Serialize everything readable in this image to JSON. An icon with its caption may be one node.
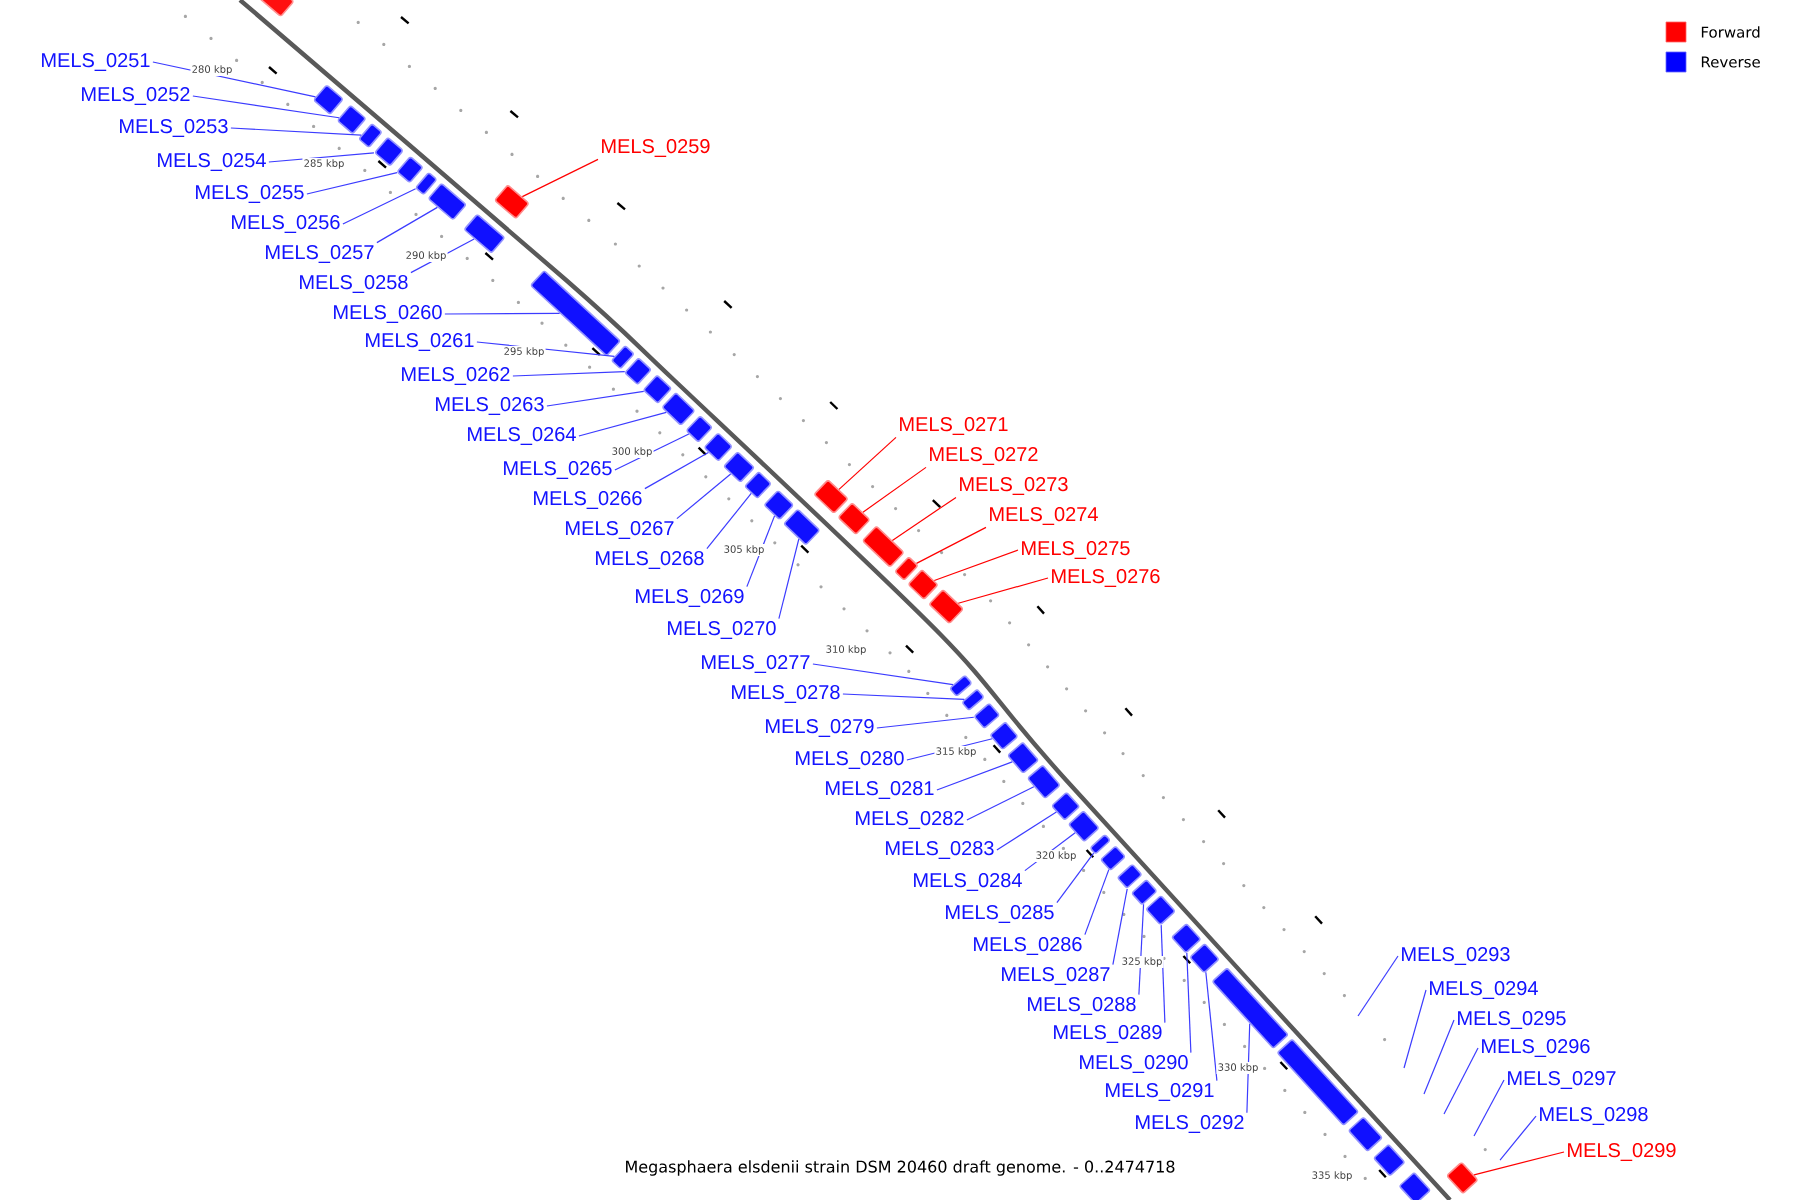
{
  "diagram": {
    "caption": "Megasphaera elsdenii strain DSM 20460 draft genome. - 0..2474718",
    "nodes": [
      {
        "text": [
          "MELS_0251"
        ]
      },
      {
        "text": [
          "MELS_0252"
        ]
      },
      {
        "text": [
          "MELS_0253"
        ]
      },
      {
        "text": [
          "MELS_0254"
        ]
      },
      {
        "text": [
          "MELS_0255"
        ]
      },
      {
        "text": [
          "MELS_0256"
        ]
      },
      {
        "text": [
          "MELS_0257"
        ]
      },
      {
        "text": [
          "MELS_0258"
        ]
      },
      {
        "text": [
          "MELS_0259"
        ]
      },
      {
        "text": [
          "MELS_0260"
        ]
      },
      {
        "text": [
          "MELS_0261"
        ]
      },
      {
        "text": [
          "MELS_0262"
        ]
      },
      {
        "text": [
          "MELS_0263"
        ]
      },
      {
        "text": [
          "MELS_0264"
        ]
      },
      {
        "text": [
          "MELS_0265"
        ]
      },
      {
        "text": [
          "MELS_0266"
        ]
      },
      {
        "text": [
          "MELS_0267"
        ]
      },
      {
        "text": [
          "MELS_0268"
        ]
      },
      {
        "text": [
          "MELS_0269"
        ]
      },
      {
        "text": [
          "MELS_0270"
        ]
      },
      {
        "text": [
          "MELS_0271"
        ]
      },
      {
        "text": [
          "MELS_0272"
        ]
      },
      {
        "text": [
          "MELS_0273"
        ]
      },
      {
        "text": [
          "MELS_0274"
        ]
      },
      {
        "text": [
          "MELS_0275"
        ]
      },
      {
        "text": [
          "MELS_0276"
        ]
      },
      {
        "text": [
          "MELS_0277"
        ]
      },
      {
        "text": [
          "MELS_0278"
        ]
      },
      {
        "text": [
          "MELS_0279"
        ]
      },
      {
        "text": [
          "MELS_0280"
        ]
      },
      {
        "text": [
          "MELS_0281"
        ]
      },
      {
        "text": [
          "MELS_0282"
        ]
      },
      {
        "text": [
          "MELS_0283"
        ]
      },
      {
        "text": [
          "MELS_0284"
        ]
      },
      {
        "text": [
          "MELS_0285"
        ]
      },
      {
        "text": [
          "MELS_0286"
        ]
      },
      {
        "text": [
          "MELS_0287"
        ]
      },
      {
        "text": [
          "MELS_0288"
        ]
      },
      {
        "text": [
          "MELS_0289"
        ]
      },
      {
        "text": [
          "MELS_0290"
        ]
      },
      {
        "text": [
          "MELS_0291"
        ]
      },
      {
        "text": [
          "MELS_0292"
        ]
      },
      {
        "text": [
          "MELS_0293"
        ]
      },
      {
        "text": [
          "MELS_0294"
        ]
      },
      {
        "text": [
          "MELS_0295"
        ]
      },
      {
        "text": [
          "MELS_0296"
        ]
      },
      {
        "text": [
          "MELS_0297"
        ]
      },
      {
        "text": [
          "MELS_0298"
        ]
      },
      {
        "text": [
          "MELS_0299"
        ]
      },
      {
        "text": [],
        "shape": "box"
      },
      {
        "text": [],
        "shape": "box"
      },
      {
        "text": [],
        "shape": "box"
      },
      {
        "text": [],
        "shape": "box"
      },
      {
        "text": [],
        "shape": "box"
      },
      {
        "text": [],
        "shape": "box"
      },
      {
        "text": [],
        "shape": "box"
      },
      {
        "text": [],
        "shape": "box"
      },
      {
        "text": [],
        "shape": "box"
      },
      {
        "text": [],
        "shape": "box"
      },
      {
        "text": [],
        "shape": "box"
      },
      {
        "text": [],
        "shape": "box"
      },
      {
        "text": [],
        "shape": "box"
      },
      {
        "text": [],
        "shape": "box"
      },
      {
        "text": [],
        "shape": "box"
      },
      {
        "text": [],
        "shape": "box"
      },
      {
        "text": [],
        "shape": "box"
      },
      {
        "text": [],
        "shape": "box"
      },
      {
        "text": [],
        "shape": "box"
      },
      {
        "text": [],
        "shape": "box"
      },
      {
        "text": [],
        "shape": "box"
      },
      {
        "text": [],
        "shape": "box"
      },
      {
        "text": [],
        "shape": "box"
      },
      {
        "text": [],
        "shape": "box"
      },
      {
        "text": [],
        "shape": "box"
      },
      {
        "text": [],
        "shape": "box"
      },
      {
        "text": [],
        "shape": "box"
      },
      {
        "text": [],
        "shape": "box"
      },
      {
        "text": [],
        "shape": "box"
      },
      {
        "text": [],
        "shape": "box"
      },
      {
        "text": [],
        "shape": "box"
      },
      {
        "text": [],
        "shape": "box"
      },
      {
        "text": [],
        "shape": "box"
      },
      {
        "text": [],
        "shape": "box"
      },
      {
        "text": [],
        "shape": "box"
      },
      {
        "text": [],
        "shape": "box"
      },
      {
        "text": [],
        "shape": "box"
      },
      {
        "text": [],
        "shape": "box"
      },
      {
        "text": [],
        "shape": "box"
      },
      {
        "text": [],
        "shape": "box"
      },
      {
        "text": [],
        "shape": "box"
      },
      {
        "text": [],
        "shape": "box"
      },
      {
        "text": [],
        "shape": "box"
      },
      {
        "text": [],
        "shape": "box"
      },
      {
        "text": [],
        "shape": "box"
      },
      {
        "text": [],
        "shape": "box"
      },
      {
        "text": [],
        "shape": "box"
      },
      {
        "text": [],
        "shape": "box"
      }
    ],
    "edges": [
      {
        "from": 0,
        "to": 49,
        "arrow": "none"
      },
      {
        "from": 1,
        "to": 50,
        "arrow": "none"
      },
      {
        "from": 2,
        "to": 51,
        "arrow": "none"
      },
      {
        "from": 3,
        "to": 52,
        "arrow": "none"
      },
      {
        "from": 4,
        "to": 53,
        "arrow": "none"
      },
      {
        "from": 5,
        "to": 54,
        "arrow": "none"
      },
      {
        "from": 6,
        "to": 55,
        "arrow": "none"
      },
      {
        "from": 7,
        "to": 56,
        "arrow": "none"
      },
      {
        "from": 8,
        "to": 57,
        "arrow": "none",
        "color": "#ff0000"
      },
      {
        "from": 9,
        "to": 58,
        "arrow": "none"
      },
      {
        "from": 10,
        "to": 59,
        "arrow": "none"
      },
      {
        "from": 11,
        "to": 60,
        "arrow": "none"
      },
      {
        "from": 12,
        "to": 61,
        "arrow": "none"
      },
      {
        "from": 13,
        "to": 62,
        "arrow": "none"
      },
      {
        "from": 14,
        "to": 63,
        "arrow": "none"
      },
      {
        "from": 15,
        "to": 64,
        "arrow": "none"
      },
      {
        "from": 16,
        "to": 65,
        "arrow": "none"
      },
      {
        "from": 17,
        "to": 66,
        "arrow": "none"
      },
      {
        "from": 18,
        "to": 67,
        "arrow": "none"
      },
      {
        "from": 19,
        "to": 68,
        "arrow": "none"
      },
      {
        "from": 20,
        "to": 69,
        "arrow": "none",
        "color": "#ff0000"
      },
      {
        "from": 21,
        "to": 70,
        "arrow": "none",
        "color": "#ff0000"
      },
      {
        "from": 22,
        "to": 71,
        "arrow": "none",
        "color": "#ff0000"
      },
      {
        "from": 23,
        "to": 72,
        "arrow": "none",
        "color": "#ff0000"
      },
      {
        "from": 24,
        "to": 73,
        "arrow": "none",
        "color": "#ff0000"
      },
      {
        "from": 25,
        "to": 74,
        "arrow": "none",
        "color": "#ff0000"
      },
      {
        "from": 26,
        "to": 75,
        "arrow": "none"
      },
      {
        "from": 27,
        "to": 76,
        "arrow": "none"
      },
      {
        "from": 28,
        "to": 77,
        "arrow": "none"
      },
      {
        "from": 29,
        "to": 78,
        "arrow": "none"
      },
      {
        "from": 30,
        "to": 79,
        "arrow": "none"
      },
      {
        "from": 31,
        "to": 80,
        "arrow": "none"
      },
      {
        "from": 32,
        "to": 81,
        "arrow": "none"
      },
      {
        "from": 33,
        "to": 82,
        "arrow": "none"
      },
      {
        "from": 34,
        "to": 83,
        "arrow": "none"
      },
      {
        "from": 35,
        "to": 84,
        "arrow": "none"
      },
      {
        "from": 36,
        "to": 85,
        "arrow": "none"
      },
      {
        "from": 37,
        "to": 86,
        "arrow": "none"
      },
      {
        "from": 38,
        "to": 87,
        "arrow": "none"
      },
      {
        "from": 39,
        "to": 88,
        "arrow": "none"
      },
      {
        "from": 40,
        "to": 89,
        "arrow": "none"
      },
      {
        "from": 41,
        "to": 90,
        "arrow": "none"
      },
      {
        "from": 42,
        "to": null,
        "arrow": "none"
      },
      {
        "from": 43,
        "to": null,
        "arrow": "none"
      },
      {
        "from": 44,
        "to": null,
        "arrow": "none"
      },
      {
        "from": 45,
        "to": null,
        "arrow": "none"
      },
      {
        "from": 46,
        "to": null,
        "arrow": "none"
      },
      {
        "from": 47,
        "to": null,
        "arrow": "none"
      },
      {
        "from": 48,
        "to": 91,
        "arrow": "none",
        "color": "#ff0000"
      }
    ],
    "labels": [
      "280 kbp",
      "285 kbp",
      "290 kbp",
      "295 kbp",
      "300 kbp",
      "305 kbp",
      "310 kbp",
      "315 kbp",
      "320 kbp",
      "325 kbp",
      "330 kbp",
      "335 kbp"
    ],
    "legend": [
      {
        "text": "Forward",
        "color": "#ff0000"
      },
      {
        "text": "Reverse",
        "color": "#0000ff"
      }
    ]
  }
}
